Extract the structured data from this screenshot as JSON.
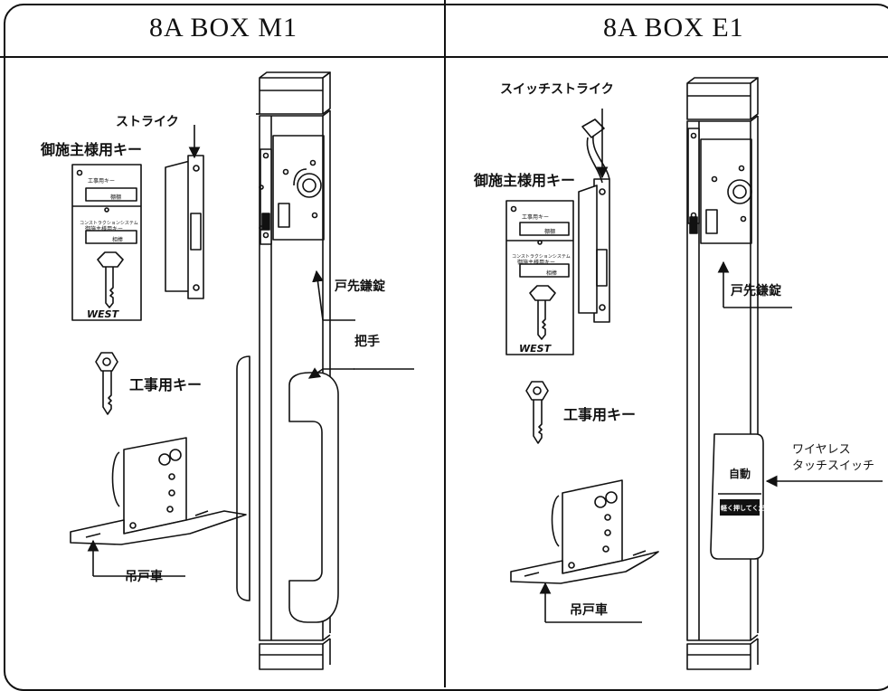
{
  "panels": [
    {
      "title": "8A BOX M1",
      "labels": {
        "strike": "ストライク",
        "owner_key": "御施主様用キー",
        "construction_key": "工事用キー",
        "door_lock": "戸先鎌錠",
        "handle": "把手",
        "hanger": "吊戸車"
      },
      "key_card": {
        "top_label": "工事用キー",
        "stamp": "棚棚",
        "system_text": "コンストラクションシステム",
        "owner_label": "御施主様用キー",
        "stamp2": "相棒",
        "brand": "WEST"
      }
    },
    {
      "title": "8A BOX E1",
      "labels": {
        "switch_strike": "スイッチストライク",
        "owner_key": "御施主様用キー",
        "construction_key": "工事用キー",
        "door_lock": "戸先鎌錠",
        "wireless_line1": "ワイヤレス",
        "wireless_line2": "タッチスイッチ",
        "hanger": "吊戸車"
      },
      "key_card": {
        "top_label": "工事用キー",
        "stamp": "棚棚",
        "system_text": "コンストラクションシステム",
        "owner_label": "御施主様用キー",
        "stamp2": "相棒",
        "brand": "WEST"
      },
      "switch": {
        "line1": "自動",
        "line2": "軽く押してください"
      }
    }
  ]
}
